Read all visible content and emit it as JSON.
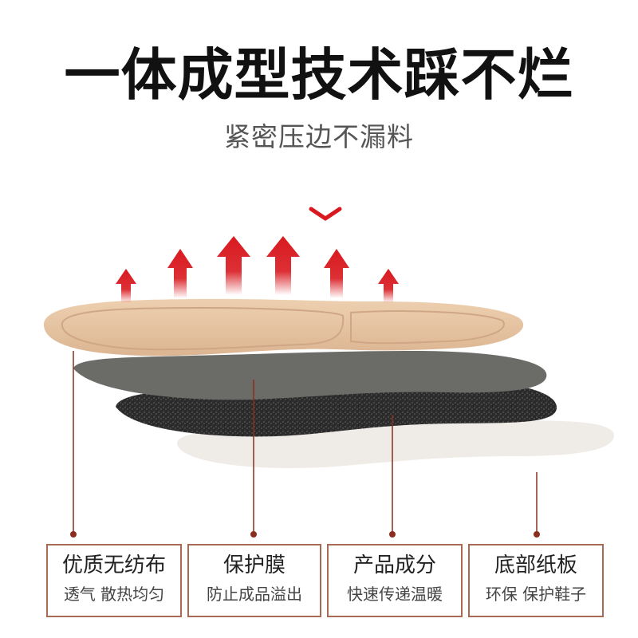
{
  "header": {
    "title": "一体成型技术踩不烂",
    "subtitle": "紧密压边不漏料"
  },
  "colors": {
    "arrow_red": "#d8191f",
    "insole_top": "#e5c2a0",
    "layer_gray": "#6b6b68",
    "layer_black": "#2a2a2a",
    "layer_paper": "#efebe6",
    "line_brown": "#8a2e1e",
    "box_border": "#a86a52"
  },
  "layers": [
    {
      "title": "优质无纺布",
      "desc": "透气 散热均匀"
    },
    {
      "title": "保护膜",
      "desc": "防止成品溢出"
    },
    {
      "title": "产品成分",
      "desc": "快速传递温暖"
    },
    {
      "title": "底部纸板",
      "desc": "环保 保护鞋子"
    }
  ]
}
